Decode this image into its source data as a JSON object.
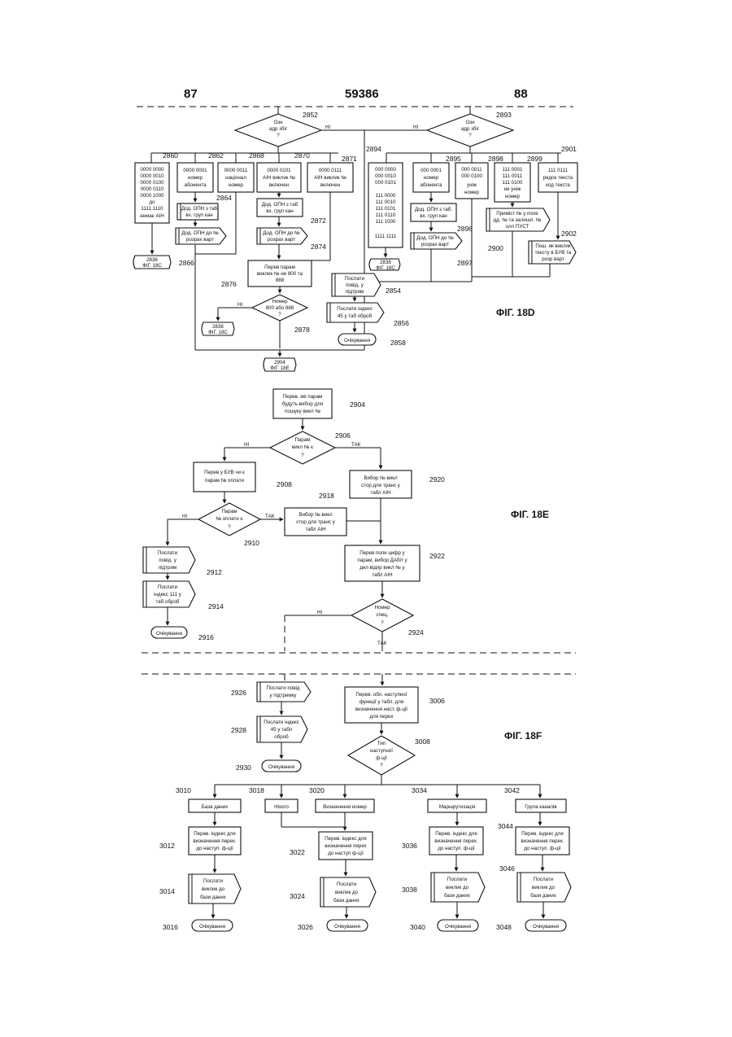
{
  "header": {
    "left": "87",
    "center": "59386",
    "right": "88"
  },
  "figures": {
    "d": "ФІГ. 18D",
    "e": "ФІГ. 18E",
    "f": "ФІГ. 18F"
  },
  "ref": {
    "r2852": "2852",
    "r2893": "2893",
    "r2860": "2860",
    "r2862": "2862",
    "r2868": "2868",
    "r2870": "2870",
    "r2871": "2871",
    "r2894": "2894",
    "r2895": "2895",
    "r2898": "2898",
    "r2899": "2899",
    "r2901": "2901",
    "r2864": "2864",
    "r2872": "2872",
    "r2874": "2874",
    "r2866": "2866",
    "r2876": "2876",
    "r2878": "2878",
    "r2854": "2854",
    "r2856": "2856",
    "r2858": "2858",
    "r2896": "2896",
    "r2897": "2897",
    "r2900": "2900",
    "r2902": "2902",
    "r2904": "2904",
    "r2906": "2906",
    "r2908": "2908",
    "r2918": "2918",
    "r2920": "2920",
    "r2910": "2910",
    "r2912": "2912",
    "r2914": "2914",
    "r2916": "2916",
    "r2922": "2922",
    "r2924": "2924",
    "r2926": "2926",
    "r2928": "2928",
    "r2930": "2930",
    "r3006": "3006",
    "r3008": "3008",
    "r3010": "3010",
    "r3018": "3018",
    "r3020": "3020",
    "r3034": "3034",
    "r3042": "3042",
    "r3044": "3044",
    "r3012": "3012",
    "r3022": "3022",
    "r3036": "3036",
    "r3046": "3046",
    "r3014": "3014",
    "r3024": "3024",
    "r3038": "3038",
    "r3016": "3016",
    "r3026": "3026",
    "r3040": "3040",
    "r3048": "3048"
  },
  "d": {
    "dec_left": [
      "Озн",
      "адр збіг",
      "?"
    ],
    "dec_right": [
      "Озн",
      "адр збіг",
      "?"
    ],
    "no": "НІ",
    "b2860": [
      "0000 0000",
      "0000 0010",
      "0000 0100",
      "0000 0110",
      "0000 1000",
      "до",
      "1111 1110",
      "немає АІН"
    ],
    "b2862": [
      "0000 0001",
      "номер",
      "абонента"
    ],
    "b2868": [
      "0000 0011",
      "націонал",
      "номер"
    ],
    "b2870": [
      "0000 0101",
      "АІН виклик №",
      "включен"
    ],
    "b2871": [
      "0000 0111",
      "АІН виклик №",
      "включен"
    ],
    "b2894": [
      "000 0000",
      "000 0010",
      "000 0101",
      "",
      "111 0000",
      "111 0010",
      "111 0101",
      "111 0110",
      "111 1000",
      "",
      "1111 1111"
    ],
    "b2895": [
      "000 0001",
      "номер",
      "абонента"
    ],
    "b2898": [
      "000 0011",
      "000 0100",
      "уніж",
      "номер"
    ],
    "b2899": [
      "111 0001",
      "111 0011",
      "111 0100",
      "не уніж",
      "номер"
    ],
    "b2901": [
      "111 0111",
      "редок текста",
      "код текста"
    ],
    "b2864": [
      "Дод. ОПН з таб",
      "вх. груп кан"
    ],
    "b2866": [
      "Дод. ОПН до №",
      "розрах варт"
    ],
    "b2872": [
      "Дод. ОПН з таб",
      "вх. груп кан"
    ],
    "b2874": [
      "Дод. ОПН до №",
      "розрах варт"
    ],
    "b2876": [
      "Перев парам",
      "виклик № не 800 та",
      "888"
    ],
    "dec2878": [
      "Номер",
      "800 або 888",
      "?"
    ],
    "off2836": [
      "2836",
      "ФІГ. 18C"
    ],
    "off2838": [
      "2838",
      "ФІГ. 18C"
    ],
    "off2838b": [
      "2838",
      "ФІГ. 18C"
    ],
    "off2904": [
      "2904",
      "ФІГ. 18E"
    ],
    "b2854": [
      "Послати",
      "повід. у",
      "підтрим"
    ],
    "b2856": [
      "Послати індекс",
      "45 у таб оброб"
    ],
    "term2858": "Очікування",
    "b2896": [
      "Дод. ОПН з таб.",
      "вх. груп кан"
    ],
    "b2897": [
      "Дод. ОПН до №",
      "розрах варт"
    ],
    "b2900": [
      "Приміст № у поле",
      "дд. № та залишл. №",
      "олл ПУСТ"
    ],
    "b2902": [
      "Пош. як виклик",
      "тексту в БУВ та",
      "розр варт"
    ]
  },
  "e": {
    "b2904": [
      "Перев. які парам",
      "будуть вибор для",
      "пошуку викл №"
    ],
    "dec2906": [
      "Парам",
      "викл № є",
      "?"
    ],
    "no": "НІ",
    "yes": "ТАК",
    "b2908": [
      "Перев у БУВ чи є",
      "парам № оплати"
    ],
    "b2920": [
      "Вибор № викл",
      "стор для транс у",
      "табл АІН"
    ],
    "dec2910": [
      "Парам",
      "№ оплати є",
      "?"
    ],
    "b2918": [
      "Вибор № викл",
      "стор для транс у",
      "табл АІН"
    ],
    "b2912": [
      "Послати",
      "повід. у",
      "підтрим"
    ],
    "b2914": [
      "Послати",
      "індекс 111 у",
      "таб оброб"
    ],
    "term2916": "Очікування",
    "b2922": [
      "Перев поле цифр у",
      "парам, вибор ДАбіт у",
      "дел відпр викл № у",
      "табл АІН"
    ],
    "dec2924": [
      "Номер",
      "спец.",
      "?"
    ]
  },
  "f": {
    "b2926": [
      "Послати повід",
      "у підтримку"
    ],
    "b2928": [
      "Послати індекс",
      "45 у табл",
      "оброб"
    ],
    "term2930": "Очікування",
    "b3006": [
      "Перев. обл. наступної",
      "функції у табл. для",
      "визначення наст. ф-ції",
      "для перех"
    ],
    "dec3008": [
      "Тип",
      "наступної",
      "ф-ції",
      "?"
    ],
    "cat3010": "База даних",
    "cat3018": "Ніхого",
    "cat3020": "Визначення номер",
    "cat3034": "Маршрутизація",
    "cat3042": "Група каналів",
    "b3012": [
      "Перев. індекс для",
      "визначення перех.",
      "до наступ. ф-ції"
    ],
    "b3022": [
      "Перев. індекс для",
      "визначення перех",
      "до наступ ф-ції"
    ],
    "b3036": [
      "Перев. індекс для",
      "визначення перех.",
      "до наступ. ф-ції"
    ],
    "b3044": [
      "Перев. індекс для",
      "визначення перех.",
      "до наступ. ф-ції"
    ],
    "b3014": [
      "Послати",
      "виклик до",
      "бази даних"
    ],
    "b3024": [
      "Послати",
      "виклик до",
      "бази даних"
    ],
    "b3038": [
      "Послати",
      "виклик до",
      "бази даних"
    ],
    "b3046": [
      "Послати",
      "виклик до",
      "бази даних"
    ],
    "term3016": "Очікування",
    "term3026": "Очікування",
    "term3040": "Очікування",
    "term3048": "Очікування"
  }
}
